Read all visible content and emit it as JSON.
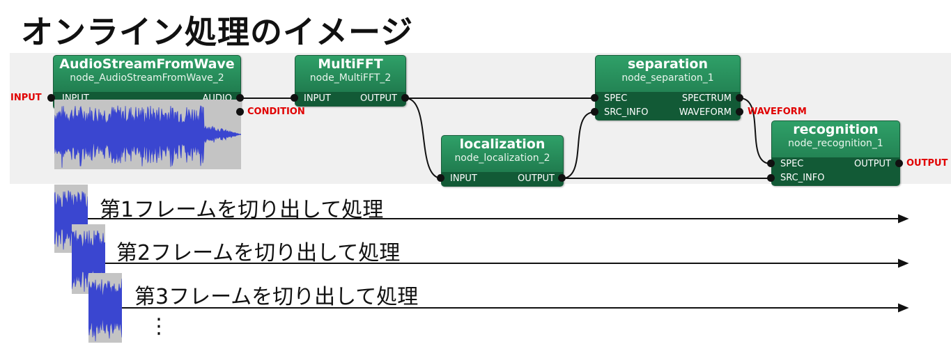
{
  "title": "オンライン処理のイメージ",
  "nodes": {
    "audio": {
      "name": "AudioStreamFromWave",
      "id": "node_AudioStreamFromWave_2",
      "in_port": "INPUT",
      "out_port": "AUDIO"
    },
    "fft": {
      "name": "MultiFFT",
      "id": "node_MultiFFT_2",
      "in_port": "INPUT",
      "out_port": "OUTPUT"
    },
    "loc": {
      "name": "localization",
      "id": "node_localization_2",
      "in_port": "INPUT",
      "out_port": "OUTPUT"
    },
    "sep": {
      "name": "separation",
      "id": "node_separation_1",
      "in1": "SPEC",
      "in2": "SRC_INFO",
      "out1": "SPECTRUM",
      "out2": "WAVEFORM"
    },
    "rec": {
      "name": "recognition",
      "id": "node_recognition_1",
      "in1": "SPEC",
      "in2": "SRC_INFO",
      "out1": "OUTPUT"
    }
  },
  "external": {
    "input": "INPUT",
    "condition": "CONDITION",
    "waveform": "WAVEFORM",
    "output": "OUTPUT"
  },
  "frames": [
    {
      "label": "第1フレームを切り出して処理"
    },
    {
      "label": "第2フレームを切り出して処理"
    },
    {
      "label": "第3フレームを切り出して処理"
    }
  ],
  "ellipsis": "⋮",
  "colors": {
    "node": "#1f8a57",
    "external_label": "#e00000",
    "waveform": "#3a46d0",
    "canvas": "#f0f0f0"
  }
}
